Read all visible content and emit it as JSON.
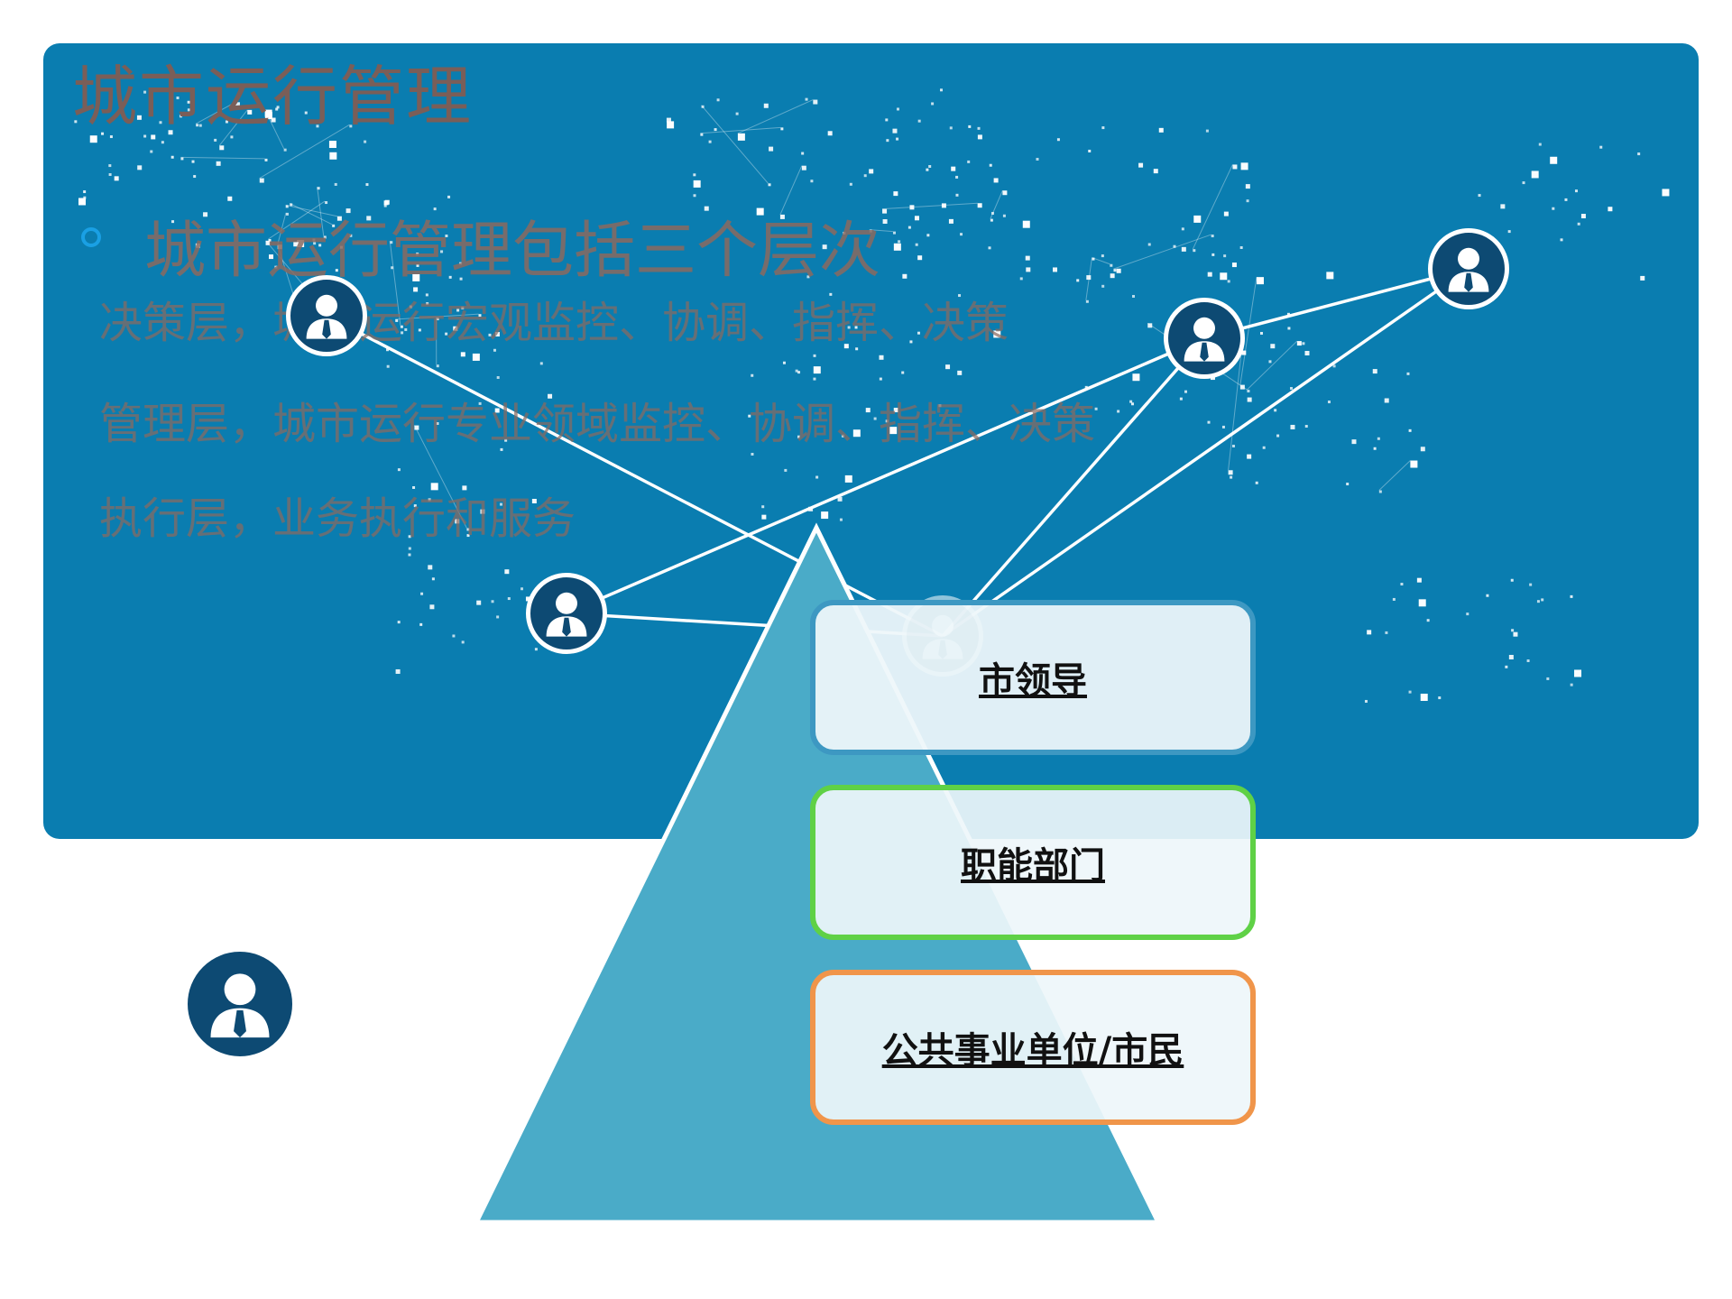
{
  "header": {
    "title": "城市运行管理",
    "subtitle": "城市运行管理包括三个层次"
  },
  "levels_text": [
    "决策层，城市运行宏观监控、协调、指挥、决策",
    "管理层，城市运行专业领域监控、协调、指挥、决策",
    "执行层，业务执行和服务"
  ],
  "pyramid": {
    "levels": [
      {
        "label": "市领导",
        "border_color": "#3d98c2"
      },
      {
        "label": "职能部门",
        "border_color": "#5fd146"
      },
      {
        "label": "公共事业单位/市民",
        "border_color": "#f0954a"
      }
    ],
    "fill_color": "#4aabc8"
  },
  "colors": {
    "map_background": "#0a7db0",
    "person_icon": "#0d4a73",
    "title_text": "#7a5e58"
  },
  "icons": [
    "person-icon",
    "world-network-map"
  ]
}
